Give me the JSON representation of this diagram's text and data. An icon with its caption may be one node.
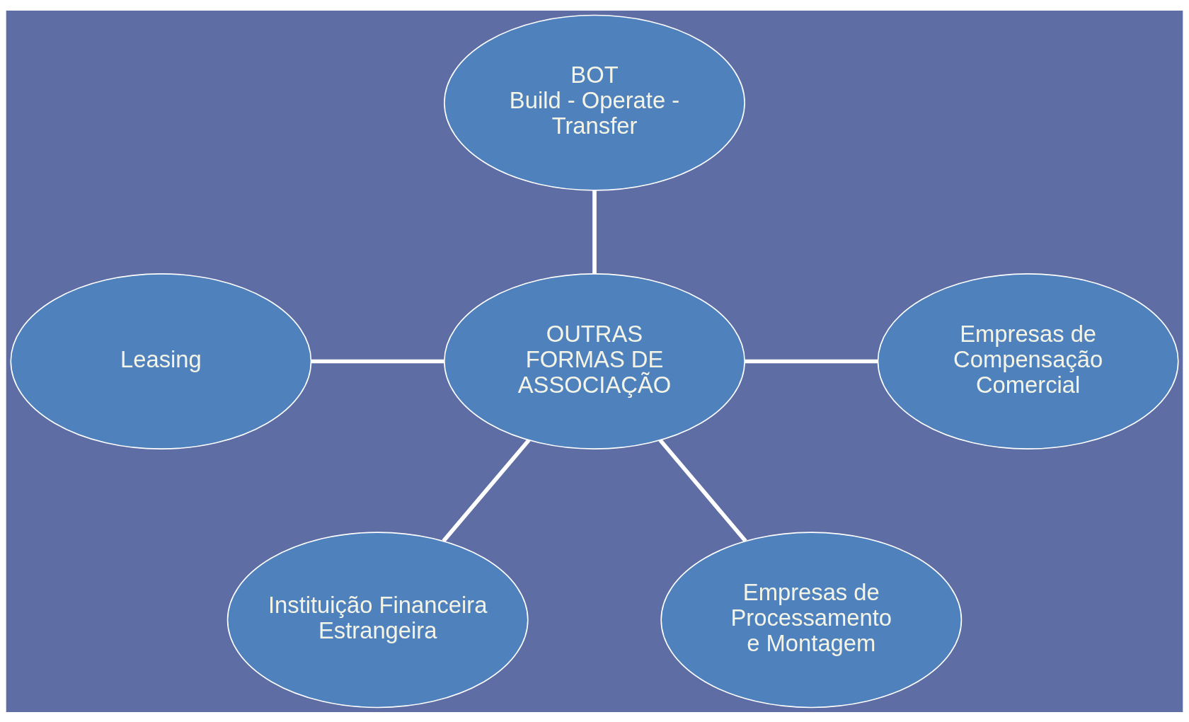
{
  "diagram": {
    "nodes": [
      {
        "text": [
          "BOT",
          "Build - Operate - Transfer"
        ]
      },
      {
        "text": [
          "Leasing"
        ]
      },
      {
        "text": [
          "OUTRAS FORMAS DE ASSOCIAÇÃO"
        ]
      },
      {
        "text": [
          "Empresas de Compensação Comercial"
        ]
      },
      {
        "text": [
          "Instituição Financeira Estrangeira"
        ]
      },
      {
        "text": [
          "Empresas de Processamento e Montagem"
        ]
      }
    ],
    "edges": [
      {
        "from": 0,
        "to": 2,
        "arrow": "none"
      },
      {
        "from": 1,
        "to": 2,
        "arrow": "none"
      },
      {
        "from": 2,
        "to": 3,
        "arrow": "none"
      },
      {
        "from": 2,
        "to": 4,
        "arrow": "none"
      },
      {
        "from": 2,
        "to": 5,
        "arrow": "none"
      }
    ]
  }
}
